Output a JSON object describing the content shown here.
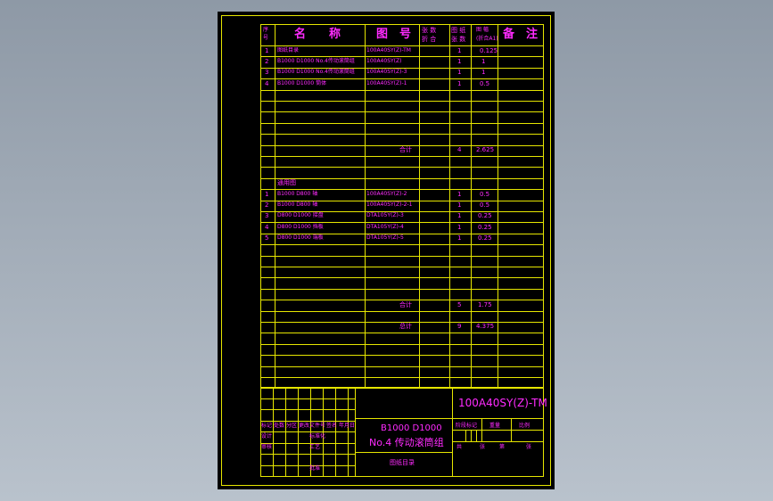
{
  "header": {
    "col_seq": "序\n号",
    "col_name": "名　　称",
    "col_drawing_no": "图　号",
    "col_sheet_count": "张 数\n折 合",
    "col_sheet_count2": "图 纸\n张 数",
    "col_size": "图 幅\n(折合A1)",
    "col_remarks": "备　注"
  },
  "group1": {
    "rows": [
      {
        "no": "1",
        "name": "图纸目录",
        "code": "100A40SY(Z)-TM",
        "sheets": "1",
        "size": "0.125"
      },
      {
        "no": "2",
        "name": "B1000 D1000 No.4传动滚筒组",
        "code": "100A40SY(Z)",
        "sheets": "1",
        "size": "1"
      },
      {
        "no": "3",
        "name": "B1000 D1000 No.4传动滚筒组",
        "code": "100A40SY(Z)-3",
        "sheets": "1",
        "size": "1"
      },
      {
        "no": "4",
        "name": "B1000 D1000 筒体",
        "code": "100A40SY(Z)-1",
        "sheets": "1",
        "size": "0.5"
      }
    ],
    "total_label": "合计",
    "total_sheets": "4",
    "total_size": "2.625"
  },
  "group2": {
    "title": "通用图",
    "rows": [
      {
        "no": "1",
        "name": "B1000 D800 轴",
        "code": "100A40SY(Z)-2",
        "sheets": "1",
        "size": "0.5"
      },
      {
        "no": "2",
        "name": "B1000 D800 轴",
        "code": "100A40SY(Z)-2-1",
        "sheets": "1",
        "size": "0.5"
      },
      {
        "no": "3",
        "name": "D800 D1000 接盘",
        "code": "DTA105Y(Z)-3",
        "sheets": "1",
        "size": "0.25"
      },
      {
        "no": "4",
        "name": "D800 D1000 挡板",
        "code": "DTA105Y(Z)-4",
        "sheets": "1",
        "size": "0.25"
      },
      {
        "no": "5",
        "name": "D800 D1000 端板",
        "code": "DTA105Y(Z)-5",
        "sheets": "1",
        "size": "0.25"
      }
    ],
    "total_label": "合计",
    "total_sheets": "5",
    "total_size": "1.75",
    "grand_label": "总计",
    "grand_sheets": "9",
    "grand_size": "4.375"
  },
  "title_block": {
    "drawing_code": "100A40SY(Z)-TM",
    "product_line1": "B1000 D1000",
    "product_line2": "No.4 传动滚筒组",
    "doc_type": "图纸目录",
    "rev_labels": [
      "标记",
      "处数",
      "分区",
      "更改文件号",
      "签名",
      "年月日"
    ],
    "sign_labels": [
      "设计",
      "标准化",
      "审核",
      "工艺",
      "批准"
    ],
    "stage_label": "阶段标记",
    "weight_label": "重量",
    "scale_label": "比例",
    "sheet_label": "共",
    "sheet_of_label": "张",
    "sheet_no_label": "第",
    "sheet_no_suffix": "张"
  }
}
